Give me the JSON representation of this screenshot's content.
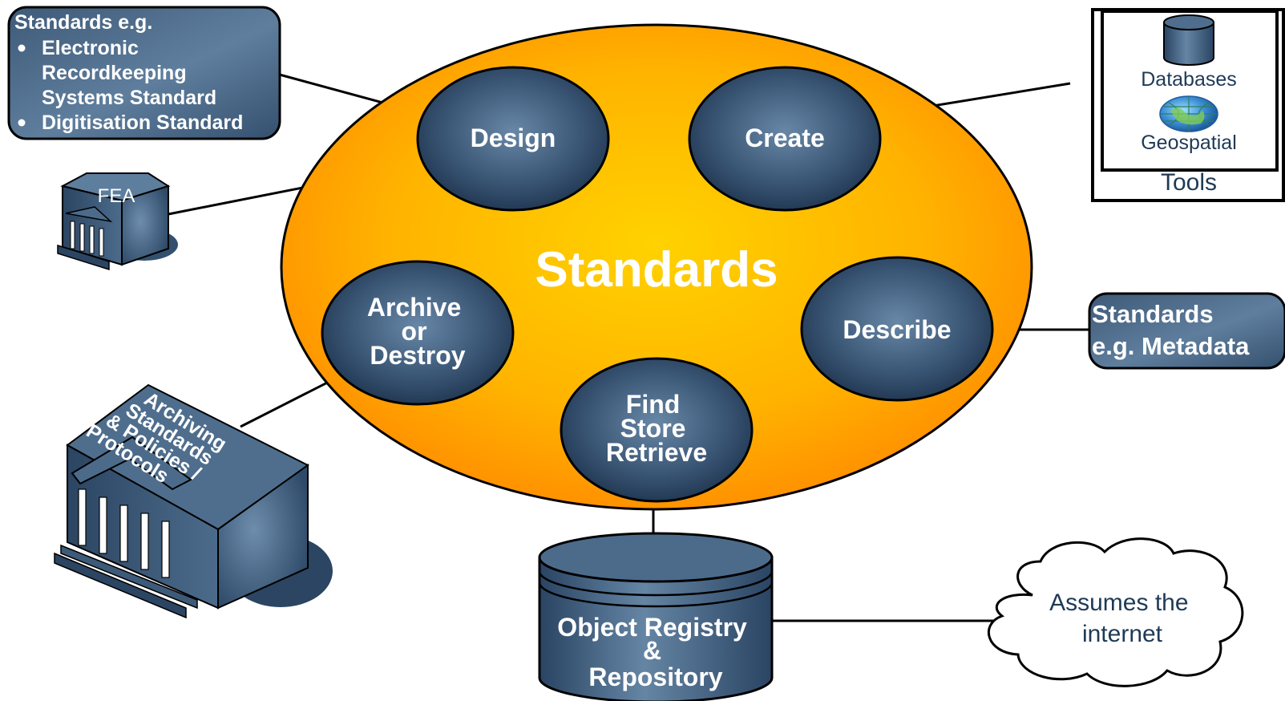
{
  "center": {
    "label": "Standards"
  },
  "processes": {
    "design": "Design",
    "create": "Create",
    "describe": "Describe",
    "archive": [
      "Archive",
      "or",
      "Destroy"
    ],
    "find": [
      "Find",
      "Store",
      "Retrieve"
    ]
  },
  "callouts": {
    "standards_top": {
      "title": "Standards e.g.",
      "bullets": [
        [
          "Electronic",
          "Recordkeeping",
          "Systems Standard"
        ],
        [
          "Digitisation Standard"
        ]
      ]
    },
    "metadata": [
      "Standards",
      "e.g. Metadata"
    ]
  },
  "buildings": {
    "fea": "FEA",
    "archiving": [
      "Archiving",
      "Standards",
      "& Policies /",
      "Protocols"
    ]
  },
  "tools": {
    "databases": "Databases",
    "geospatial": "Geospatial",
    "label": "Tools"
  },
  "repository": {
    "lines": [
      "Object Registry",
      "&",
      "Repository"
    ]
  },
  "cloud": {
    "lines": [
      "Assumes the",
      "internet"
    ]
  },
  "colors": {
    "ellipse_center": "#FFD000",
    "ellipse_edge": "#FF9500",
    "node_light": "#5E7E9E",
    "node_dark": "#1E3550",
    "outline": "#000000",
    "label_dark": "#1F3A56"
  }
}
